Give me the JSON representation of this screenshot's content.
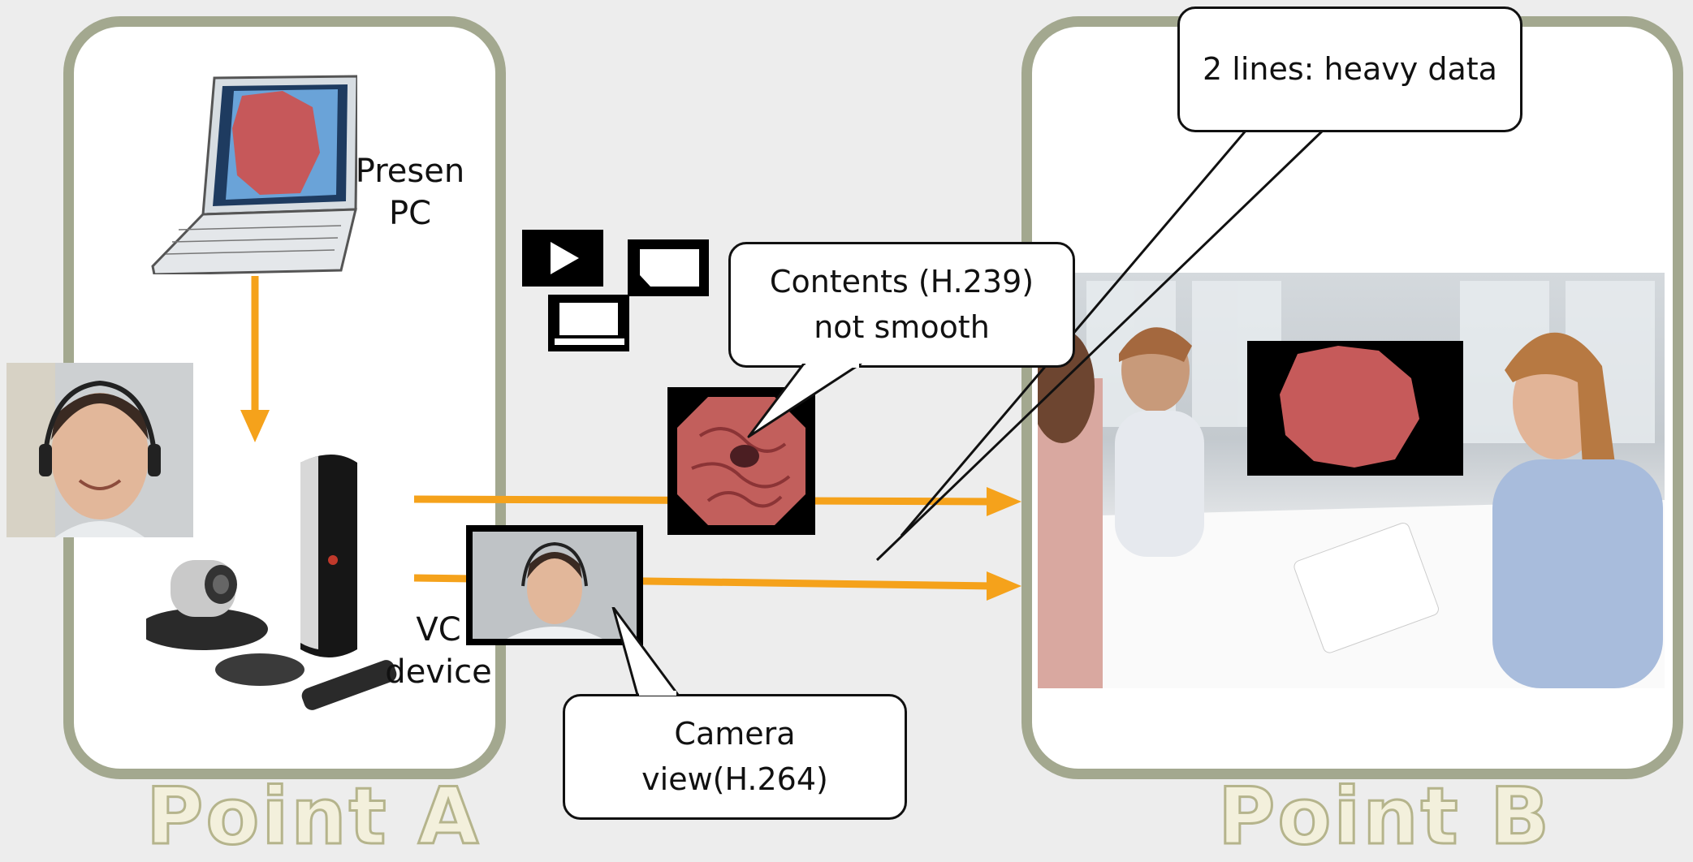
{
  "labels": {
    "presen_pc": "Presen\nPC",
    "vc_device": "VC\ndevice",
    "point_a": "Point A",
    "point_b": "Point B"
  },
  "callouts": {
    "heavy_data": "2 lines: heavy data",
    "contents": "Contents (H.239)\nnot smooth",
    "camera": "Camera\nview(H.264)"
  },
  "colors": {
    "arrow": "#f5a21b",
    "frame": "#a3a88f",
    "background": "#ededed"
  },
  "icons": [
    "laptop-icon",
    "play-icon",
    "face-icon",
    "vc-codec-icon",
    "ptz-camera-icon",
    "speakerphone-icon",
    "remote-control-icon",
    "endoscopy-image-icon"
  ]
}
